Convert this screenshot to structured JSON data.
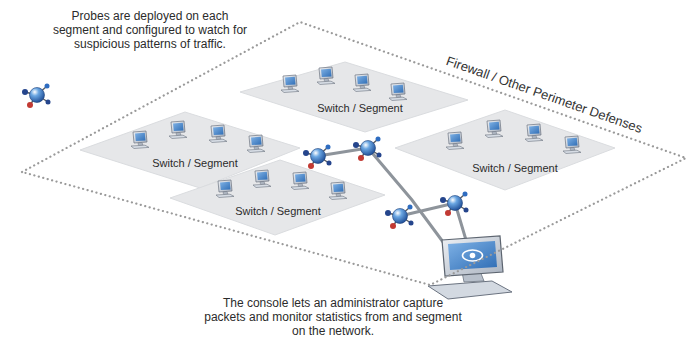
{
  "diagram": {
    "nodes": [
      {
        "text": [
          "Firewall / Other Perimeter Defenses"
        ]
      },
      {
        "text": [
          "Switch / Segment"
        ],
        "in": 0
      },
      {
        "text": [
          "Switch / Segment"
        ],
        "in": 0
      },
      {
        "text": [
          "Switch / Segment"
        ],
        "in": 0
      },
      {
        "text": [
          "Switch / Segment"
        ],
        "in": 0
      }
    ],
    "labels": [
      "Probes are deployed on each segment and configured to watch for suspicious patterns of traffic.",
      "The console lets an administrator capture packets and monitor statistics from and segment on the network."
    ]
  }
}
